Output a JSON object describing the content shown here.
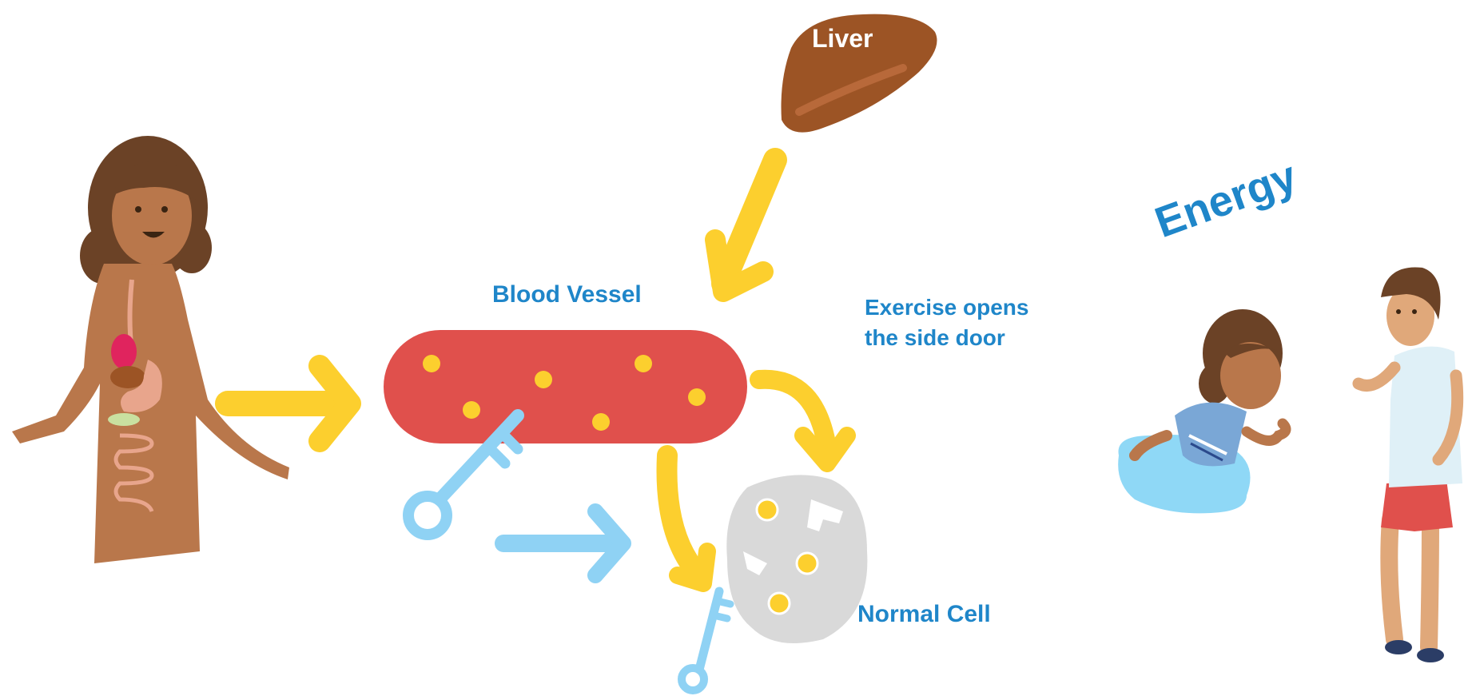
{
  "labels": {
    "liver": "Liver",
    "blood_vessel": "Blood Vessel",
    "exercise_line1": "Exercise opens",
    "exercise_line2": "the side door",
    "normal_cell": "Normal Cell",
    "energy": "Energy"
  },
  "colors": {
    "arrow_yellow": "#fccf2e",
    "vessel_red": "#e0504c",
    "key_blue": "#8fd2f4",
    "label_blue": "#1f86c9",
    "liver_brown": "#9c5425",
    "cell_gray": "#d9d9d9",
    "skin": "#b9774b",
    "hair": "#6b4226",
    "water": "#8fd8f6"
  }
}
